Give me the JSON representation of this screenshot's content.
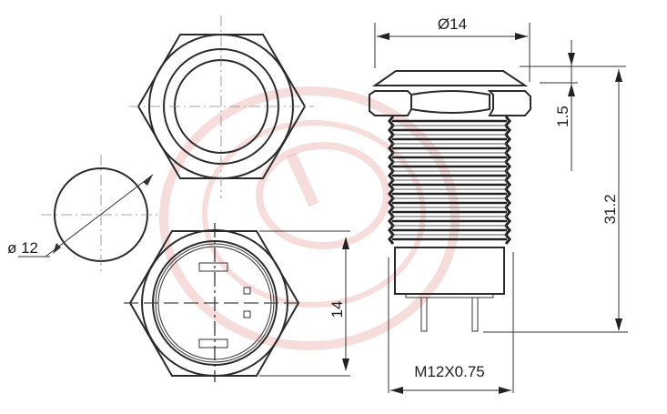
{
  "drawing": {
    "title": "12mm panel-mount pushbutton switch dimensional drawing",
    "colors": {
      "line": "#2b2b2b",
      "watermark": "#e89a9a",
      "background": "#ffffff"
    },
    "dimensions": {
      "head_diameter": "Ø14",
      "panel_hole_diameter": "ø 12",
      "across_flats": "14",
      "head_height": "1.5",
      "overall_length": "31.2",
      "thread": "M12X0.75"
    },
    "views": [
      "top-view",
      "panel-cutout",
      "bottom-view",
      "side-view"
    ],
    "watermark": "red circular logo"
  }
}
